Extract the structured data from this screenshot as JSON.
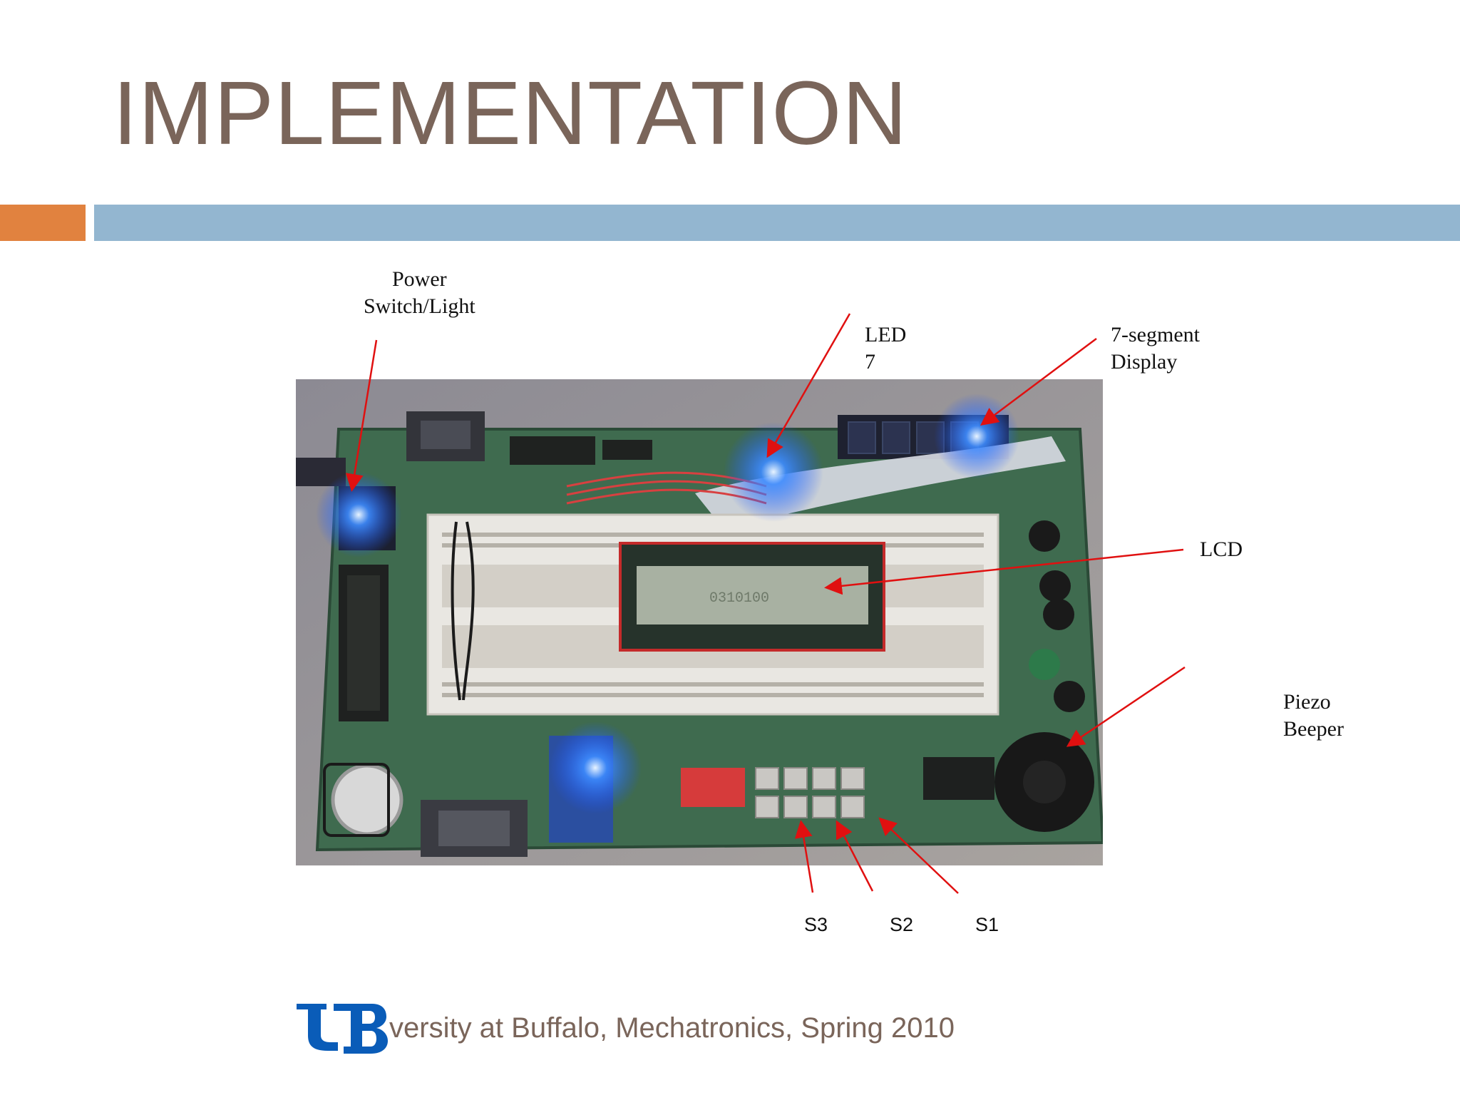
{
  "slide": {
    "title": "IMPLEMENTATION",
    "footer": "versity at Buffalo, Mechatronics, Spring 2010",
    "logo_text": "UB"
  },
  "labels": {
    "power": "Power\nSwitch/Light",
    "led": "LED\n7",
    "seven_segment": "7-segment\nDisplay",
    "lcd": "LCD",
    "piezo": "Piezo\nBeeper",
    "s3": "S3",
    "s2": "S2",
    "s1": "S1"
  },
  "colors": {
    "title": "#7a655a",
    "accent_orange": "#e1823f",
    "accent_blue": "#93b6d0",
    "arrow": "#e01010"
  }
}
